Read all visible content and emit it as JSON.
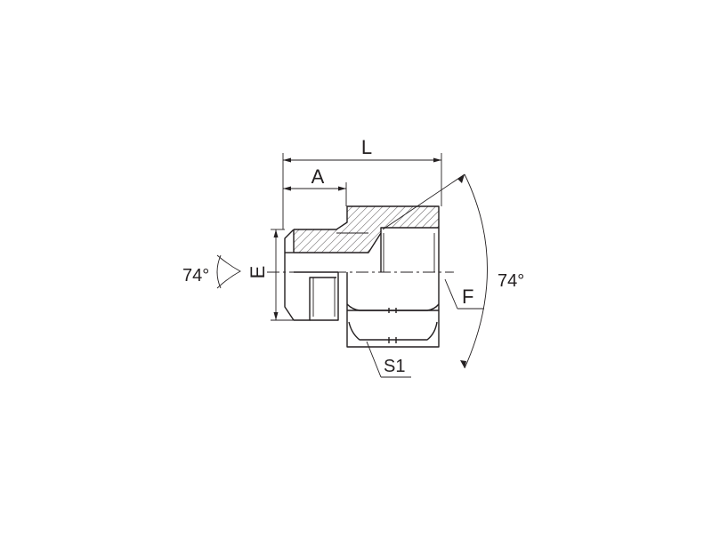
{
  "labels": {
    "length": "L",
    "a_dim": "A",
    "e_dim": "E",
    "f_dim": "F",
    "s1_dim": "S1",
    "angle_left": "74°",
    "angle_right": "74°"
  },
  "colors": {
    "ink": "#231f20",
    "background": "#ffffff"
  }
}
